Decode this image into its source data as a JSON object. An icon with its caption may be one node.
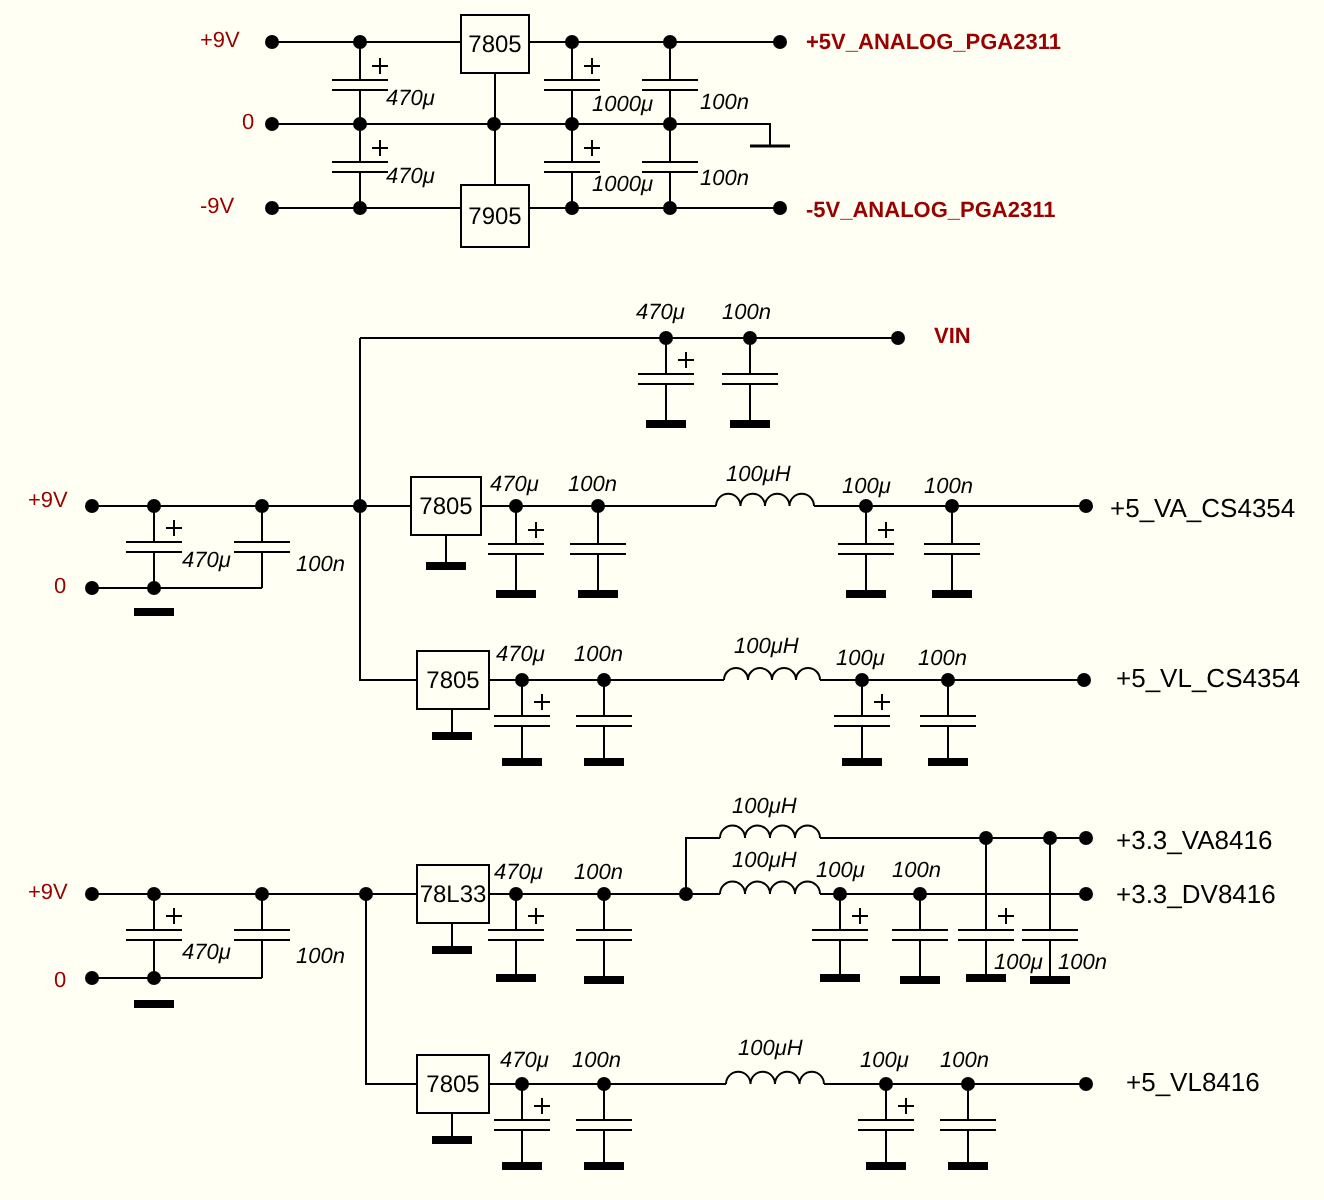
{
  "diagram": {
    "nodes": [
      {
        "text": [
          "7805"
        ]
      },
      {
        "text": [
          "7905"
        ]
      },
      {
        "text": [
          "7805"
        ]
      },
      {
        "text": [
          "7805"
        ]
      },
      {
        "text": [
          "78L33"
        ]
      },
      {
        "text": [
          "7805"
        ]
      }
    ],
    "edges": [
      {
        "from": 0,
        "to": 1,
        "arrow": "none"
      },
      {
        "from": 2,
        "to": 3,
        "arrow": "none"
      },
      {
        "from": 4,
        "to": 5,
        "arrow": "none"
      }
    ],
    "labels": [
      "+9V",
      "+5V_ANALOG_PGA2311",
      "470μ",
      "1000μ",
      "100n",
      "0",
      "470μ",
      "1000μ",
      "100n",
      "-9V",
      "-5V_ANALOG_PGA2311",
      "470μ",
      "100n",
      "VIN",
      "+9V",
      "470μ",
      "100n",
      "100μH",
      "100μ",
      "100n",
      "+5_VA_CS4354",
      "0",
      "470μ",
      "100n",
      "470μ",
      "100n",
      "100μH",
      "100μ",
      "100n",
      "+5_VL_CS4354",
      "100μH",
      "+3.3_VA8416",
      "+9V",
      "470μ",
      "100n",
      "100μH",
      "100μ",
      "100n",
      "+3.3_DV8416",
      "0",
      "470μ",
      "100n",
      "100μ",
      "100n",
      "470μ",
      "100n",
      "100μH",
      "100μ",
      "100n",
      "+5_VL8416"
    ]
  }
}
